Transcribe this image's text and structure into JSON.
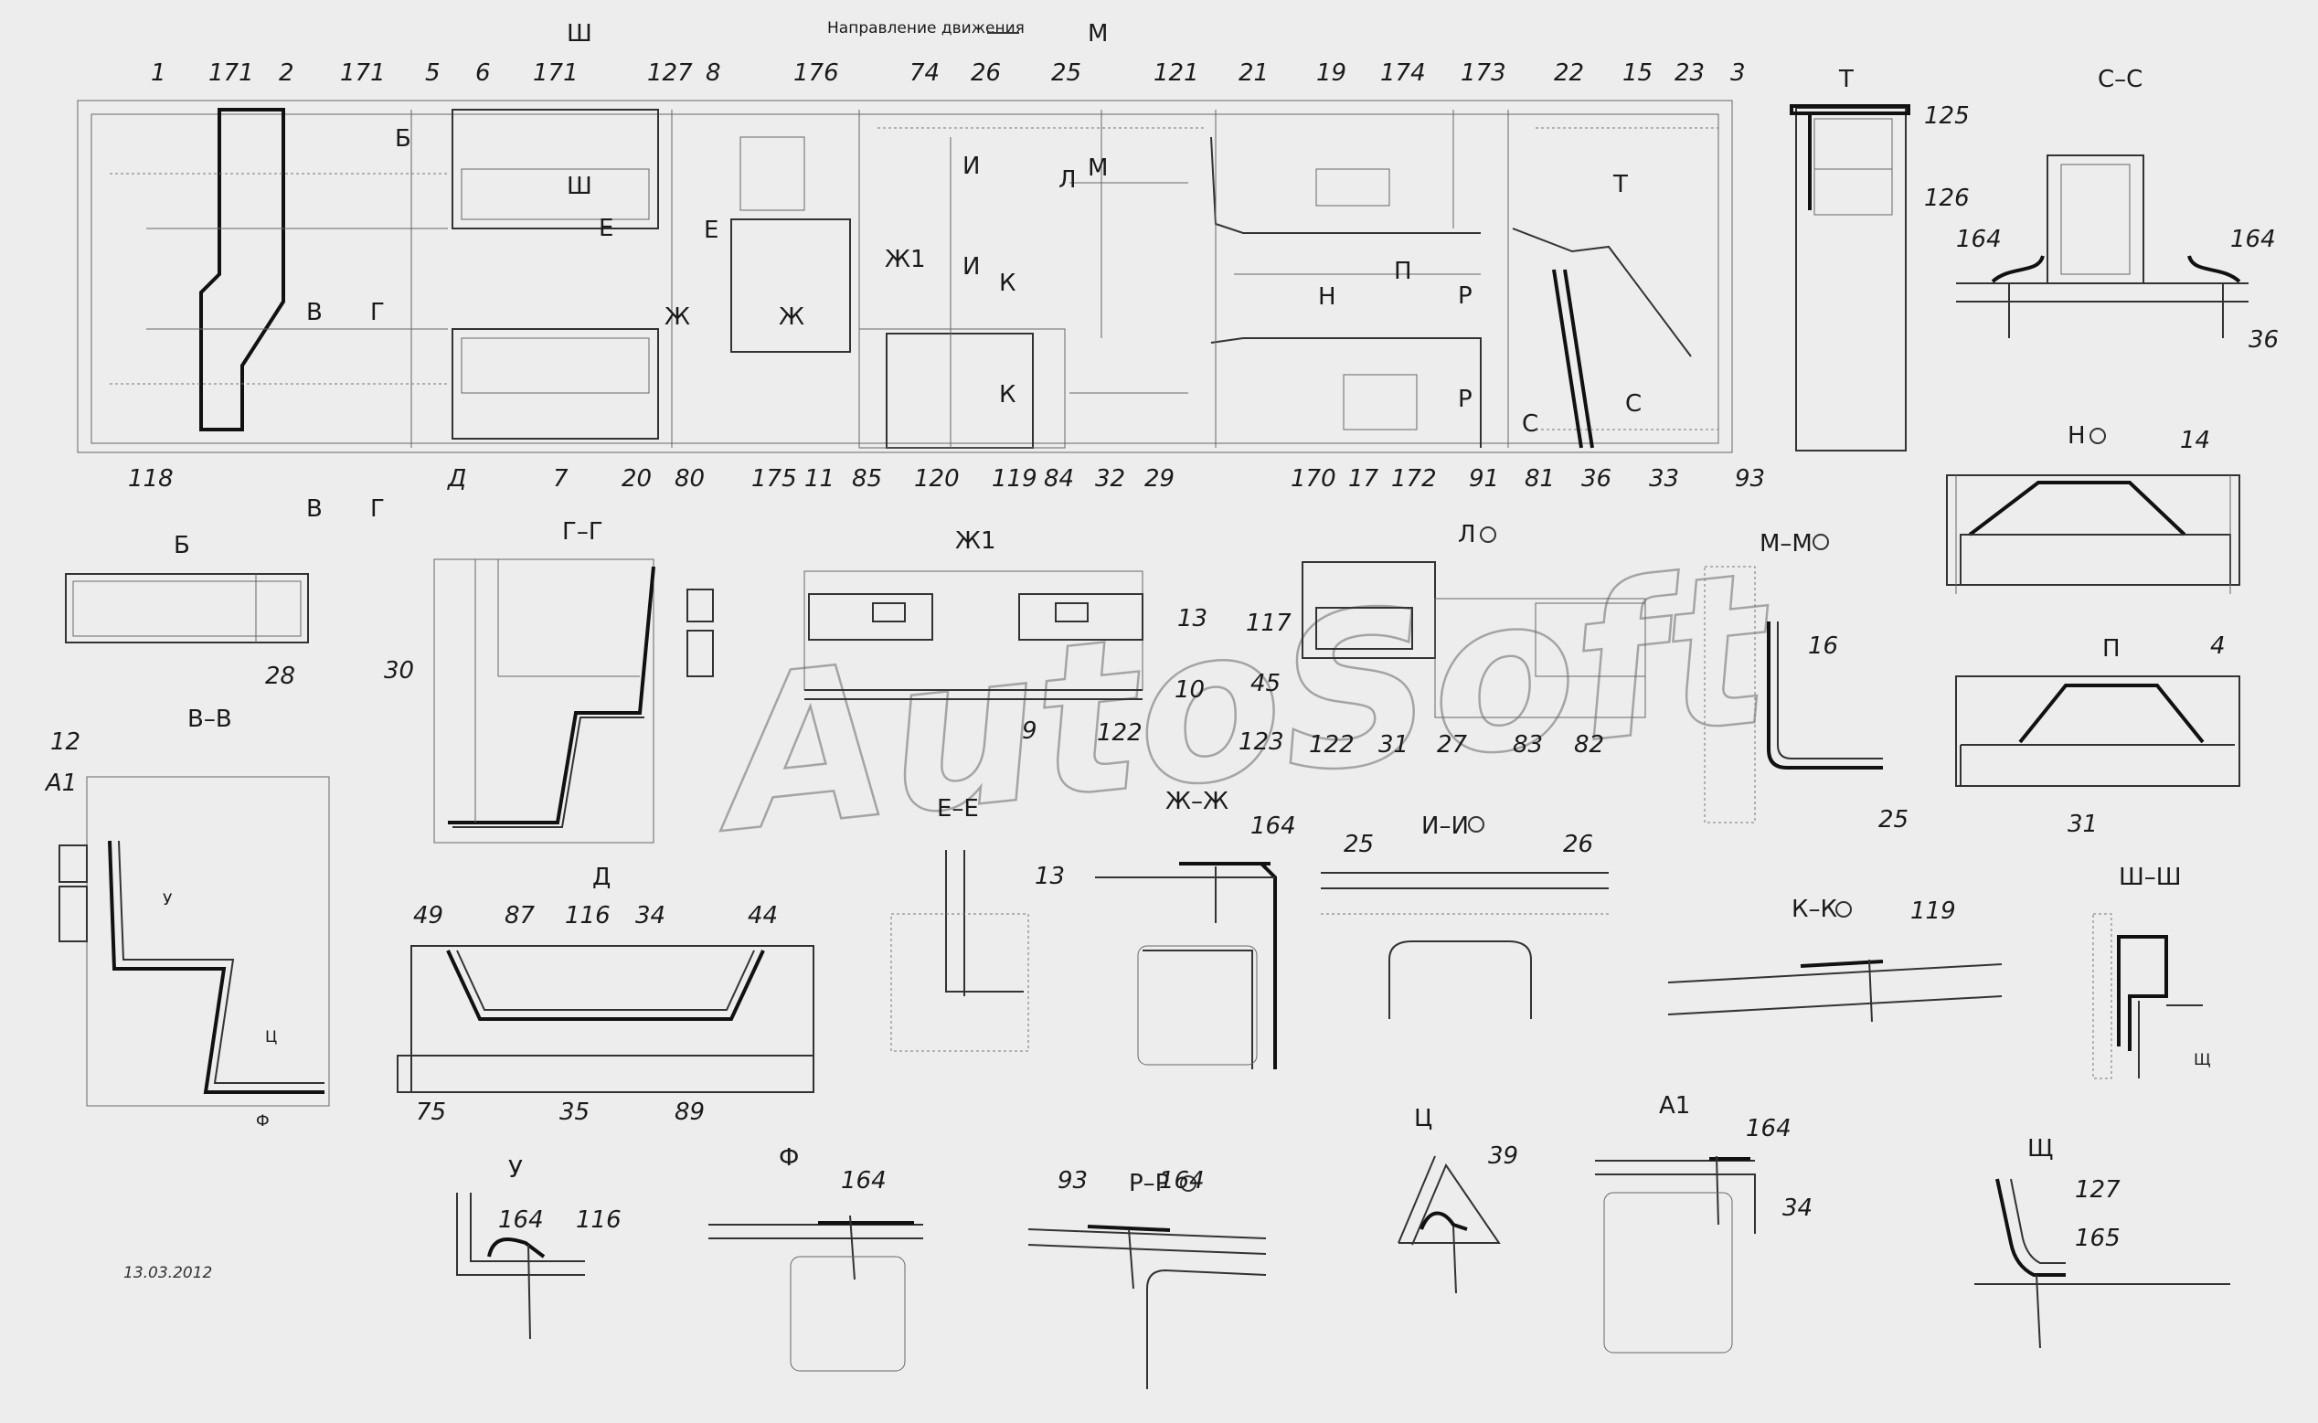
{
  "title": "Направление движения",
  "date": "13.03.2012",
  "watermark": "AutoSoft",
  "top_callouts": [
    "1",
    "171",
    "2",
    "171",
    "5",
    "6",
    "171",
    "127",
    "8",
    "176",
    "74",
    "26",
    "25",
    "121",
    "21",
    "19",
    "174",
    "173",
    "22",
    "15",
    "23",
    "3"
  ],
  "bottom_callouts": [
    "118",
    "Д",
    "7",
    "20",
    "80",
    "175",
    "11",
    "85",
    "120",
    "119",
    "84",
    "32",
    "29",
    "170",
    "17",
    "172",
    "91",
    "81",
    "36",
    "33",
    "93"
  ],
  "cut_marks": [
    "Ш",
    "М",
    "Б",
    "Ш",
    "Е",
    "Е",
    "В",
    "Г",
    "Ж",
    "Ж",
    "Ж1",
    "И",
    "Л",
    "М",
    "И",
    "К",
    "К",
    "Н",
    "П",
    "Р",
    "Р",
    "С",
    "С",
    "Т",
    "В",
    "Г"
  ],
  "views": {
    "T": {
      "title": "Т",
      "labels": [
        "125",
        "126"
      ]
    },
    "CC": {
      "title": "С–С",
      "labels": [
        "164",
        "164",
        "36"
      ]
    },
    "H": {
      "title": "Н",
      "labels": [
        "14"
      ]
    },
    "P": {
      "title": "П",
      "labels": [
        "4",
        "31"
      ]
    },
    "B": {
      "title": "Б",
      "labels": [
        "28"
      ]
    },
    "GG": {
      "title": "Г–Г",
      "labels": [
        "30"
      ]
    },
    "ZH1": {
      "title": "Ж1",
      "labels": [
        "13",
        "117",
        "10",
        "45",
        "9",
        "122",
        "123"
      ]
    },
    "L": {
      "title": "Л",
      "labels": [
        "122",
        "31",
        "27",
        "83",
        "82"
      ]
    },
    "MM": {
      "title": "М–М",
      "labels": [
        "16",
        "25"
      ]
    },
    "VV": {
      "title": "В–В",
      "labels": [
        "12",
        "А1",
        "У",
        "Ц",
        "Ф"
      ]
    },
    "EE": {
      "title": "Е–Е",
      "labels": [
        "13"
      ]
    },
    "ZHZH": {
      "title": "Ж–Ж",
      "labels": [
        "164"
      ]
    },
    "II": {
      "title": "И–И",
      "labels": [
        "25",
        "26"
      ]
    },
    "KK": {
      "title": "К–К",
      "labels": [
        "119"
      ]
    },
    "SHSH": {
      "title": "Ш–Ш",
      "labels": [
        "Щ"
      ]
    },
    "D": {
      "title": "Д",
      "labels": [
        "49",
        "87",
        "116",
        "34",
        "44",
        "75",
        "35",
        "89"
      ]
    },
    "U": {
      "title": "У",
      "labels": [
        "164",
        "116"
      ]
    },
    "F": {
      "title": "Ф",
      "labels": [
        "164"
      ]
    },
    "RR": {
      "title": "Р–Р",
      "labels": [
        "93",
        "164"
      ]
    },
    "TS": {
      "title": "Ц",
      "labels": [
        "39"
      ]
    },
    "A1": {
      "title": "А1",
      "labels": [
        "164",
        "34"
      ]
    },
    "SHCH": {
      "title": "Щ",
      "labels": [
        "127",
        "165"
      ]
    }
  }
}
